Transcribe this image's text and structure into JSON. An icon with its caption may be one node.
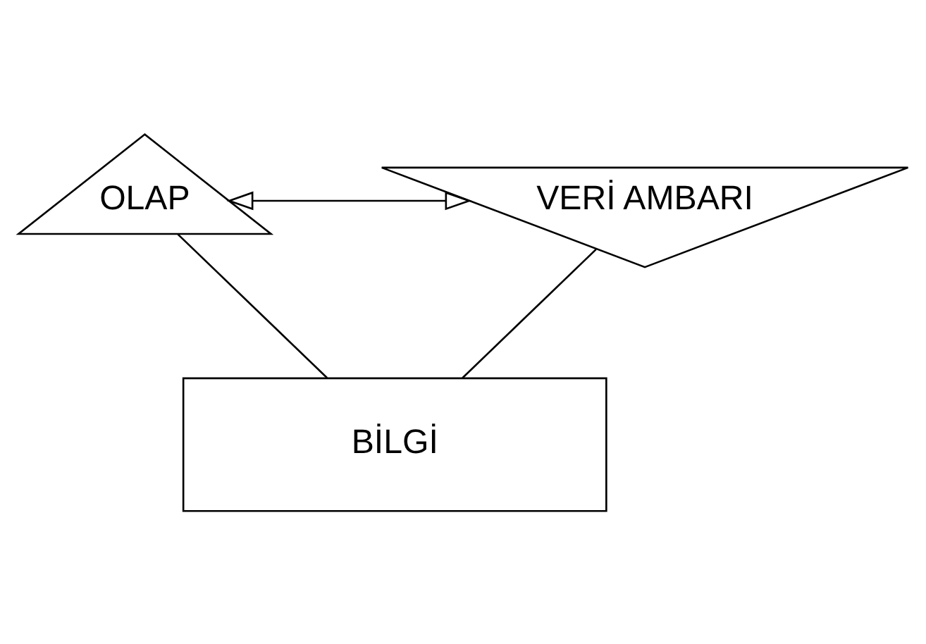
{
  "diagram": {
    "nodes": [
      {
        "text": [
          "OLAP"
        ]
      },
      {
        "text": [
          "VERİ AMBARI"
        ]
      },
      {
        "text": [
          "BİLGİ"
        ]
      }
    ],
    "edges": [
      {
        "from": 0,
        "to": 1,
        "arrow": "both"
      },
      {
        "from": 0,
        "to": 2,
        "arrow": "none"
      },
      {
        "from": 1,
        "to": 2,
        "arrow": "none"
      }
    ]
  }
}
